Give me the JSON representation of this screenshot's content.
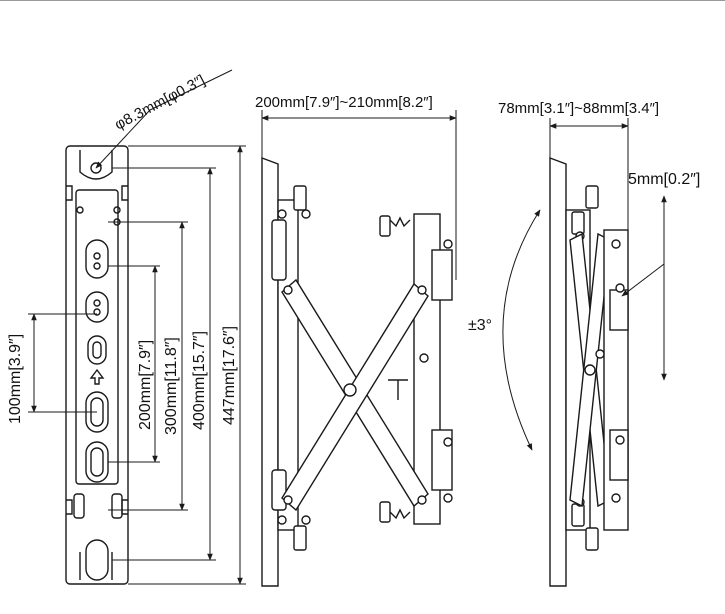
{
  "labels": {
    "hole_diameter": "φ8.3mm[φ0.3″]",
    "spacing_100": "100mm[3.9″]",
    "spacing_200": "200mm[7.9″]",
    "spacing_300": "300mm[11.8″]",
    "spacing_400": "400mm[15.7″]",
    "height_447": "447mm[17.6″]",
    "depth_range_extended": "200mm[7.9″]~210mm[8.2″]",
    "depth_range_collapsed": "78mm[3.1″]~88mm[3.4″]",
    "tilt": "±3°",
    "fine_adjust": "5mm[0.2″]"
  },
  "colors": {
    "line": "#1a1a1a",
    "fill": "#ffffff",
    "shade": "#d9d9d9"
  }
}
